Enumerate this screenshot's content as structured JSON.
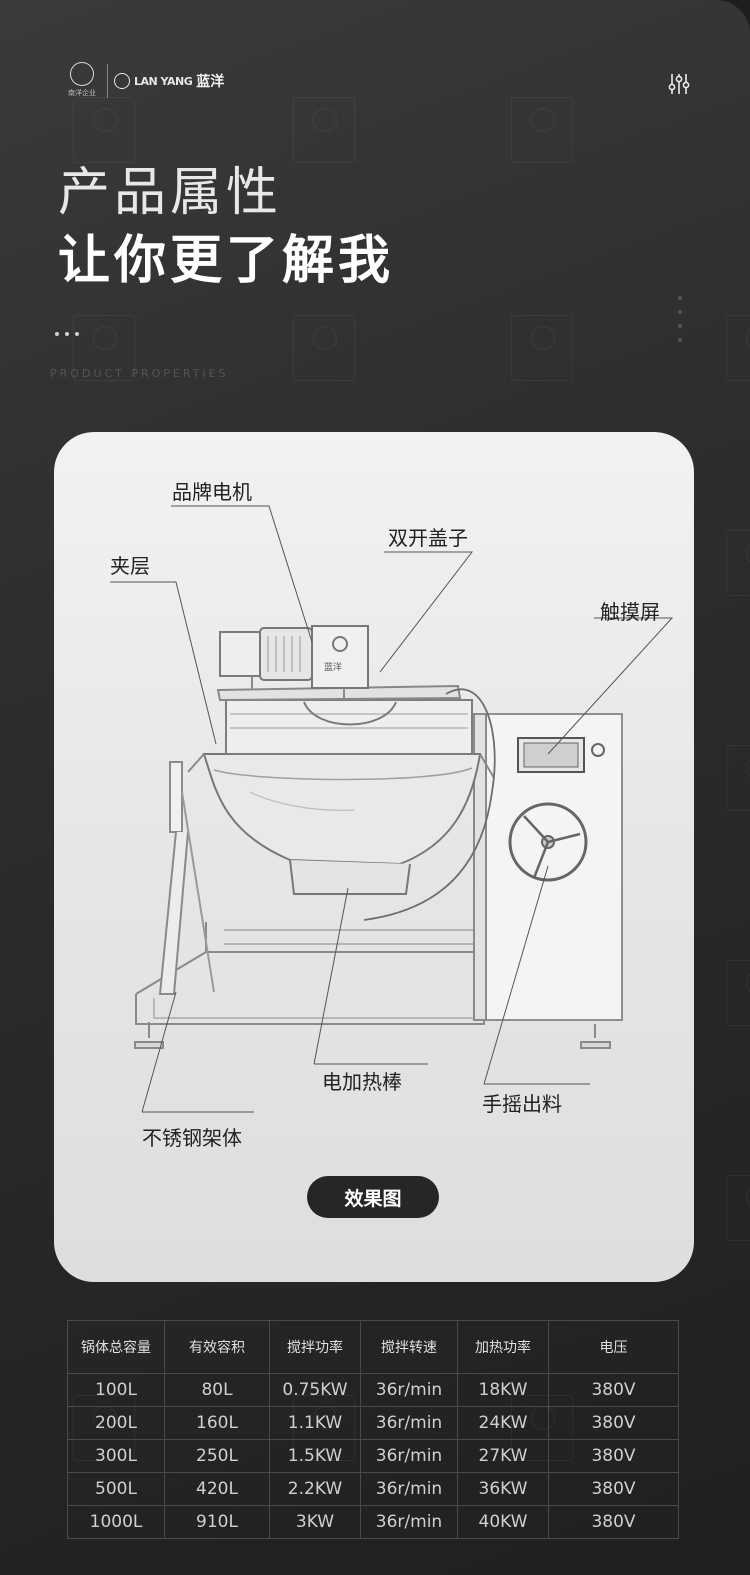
{
  "header": {
    "brand_a_text": "南洋企业",
    "brand_b_latin": "LAN YANG",
    "brand_b_cn": "蓝洋"
  },
  "hero": {
    "title_line_1": "产品属性",
    "title_line_2": "让你更了解我",
    "subtitle": "PRODUCT PROPERTIES"
  },
  "card": {
    "labels": {
      "motor": "品牌电机",
      "lid": "双开盖子",
      "jacket": "夹层",
      "touchscreen": "触摸屏",
      "heater": "电加热棒",
      "frame": "不锈钢架体",
      "handcrank": "手摇出料"
    },
    "nameplate": "蓝洋",
    "button_label": "效果图"
  },
  "table": {
    "headers": [
      "锅体总容量",
      "有效容积",
      "搅拌功率",
      "搅拌转速",
      "加热功率",
      "电压"
    ],
    "rows": [
      [
        "100L",
        "80L",
        "0.75KW",
        "36r/min",
        "18KW",
        "380V"
      ],
      [
        "200L",
        "160L",
        "1.1KW",
        "36r/min",
        "24KW",
        "380V"
      ],
      [
        "300L",
        "250L",
        "1.5KW",
        "36r/min",
        "27KW",
        "380V"
      ],
      [
        "500L",
        "420L",
        "2.2KW",
        "36r/min",
        "36KW",
        "380V"
      ],
      [
        "1000L",
        "910L",
        "3KW",
        "36r/min",
        "40KW",
        "380V"
      ]
    ]
  },
  "colors": {
    "background": "#2e2e2e",
    "card": "#e8e8e8",
    "button": "#262626"
  }
}
